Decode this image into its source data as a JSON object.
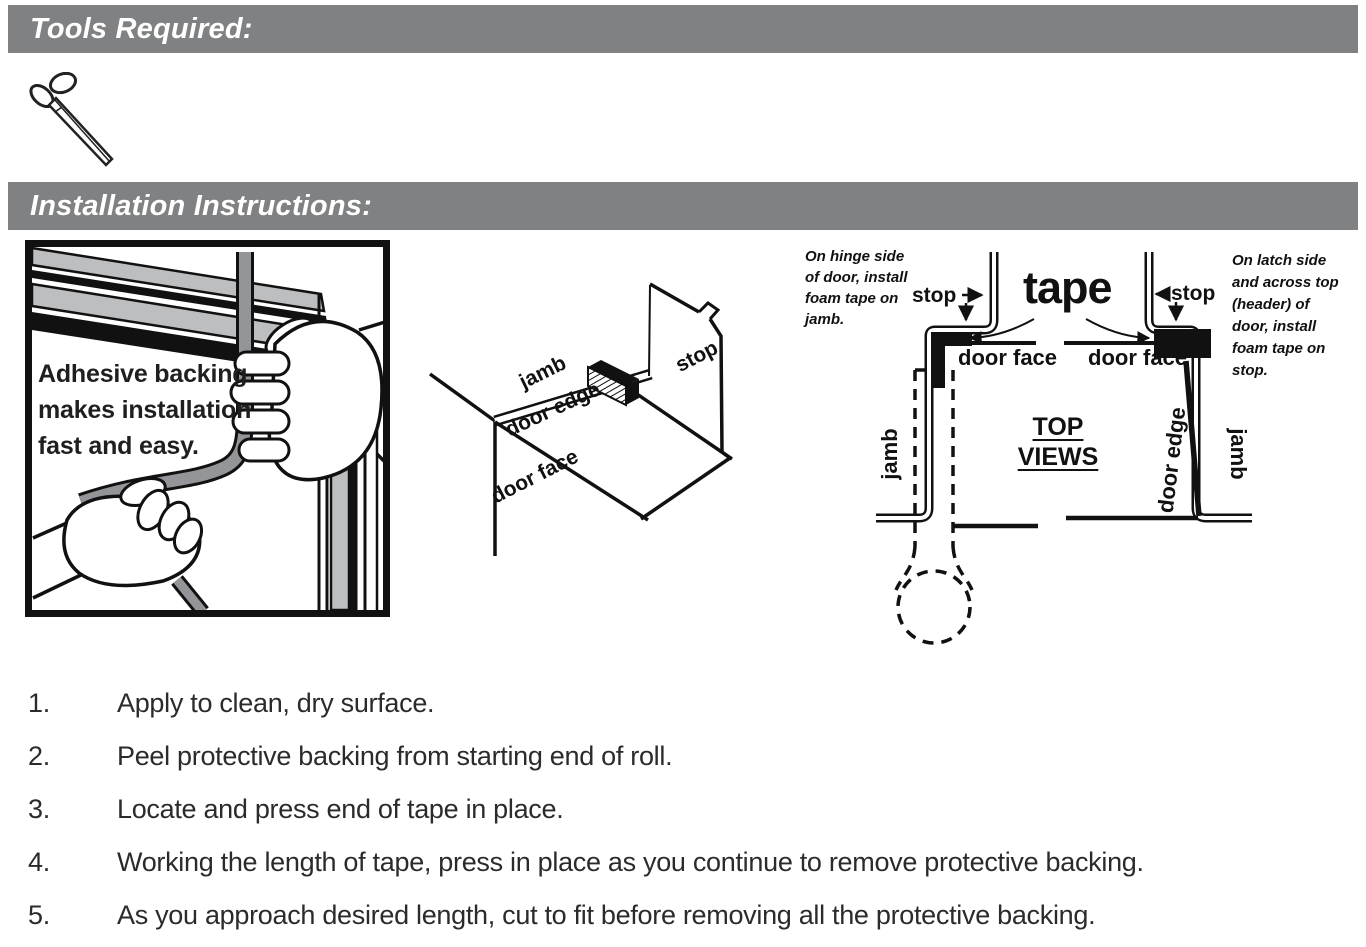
{
  "headers": {
    "tools": "Tools Required:",
    "installation": "Installation Instructions:"
  },
  "colors": {
    "header_bar": "#7f8183",
    "ink": "#231f20",
    "frame_gray": "#bcbec0",
    "tape_gray": "#939598"
  },
  "tools": {
    "icon_name": "scissors-icon"
  },
  "figure_adhesive": {
    "caption_line1": "Adhesive backing",
    "caption_line2": "makes installation",
    "caption_line3": "fast and easy."
  },
  "figure_door_edge": {
    "jamb": "jamb",
    "door_edge": "door edge",
    "stop": "stop",
    "door_face": "door face"
  },
  "figure_top_views": {
    "note_left": "On hinge side of door, install foam tape on jamb.",
    "note_right": "On latch side and across top (header) of door, install foam tape on stop.",
    "tape": "tape",
    "stop_left": "stop",
    "stop_right": "stop",
    "door_face_left": "door face",
    "door_face_right": "door face",
    "jamb_left": "jamb",
    "jamb_right": "jamb",
    "door_edge": "door edge",
    "title_line1": "TOP",
    "title_line2": "VIEWS"
  },
  "steps": [
    {
      "num": "1.",
      "text": "Apply to clean, dry surface."
    },
    {
      "num": "2.",
      "text": "Peel protective backing from starting end of roll."
    },
    {
      "num": "3.",
      "text": "Locate and press end of tape in place."
    },
    {
      "num": "4.",
      "text": "Working the length of tape, press in place as you continue to remove protective backing."
    },
    {
      "num": "5.",
      "text": "As you approach desired length, cut to fit before removing all the protective backing."
    }
  ]
}
